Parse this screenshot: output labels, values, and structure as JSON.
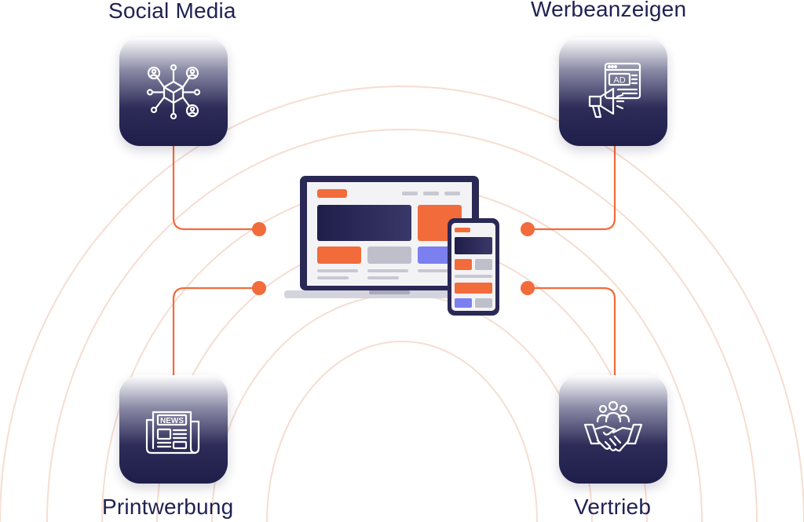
{
  "nodes": {
    "top_left": {
      "label": "Social Media",
      "icon": "social-network-icon"
    },
    "top_right": {
      "label": "Werbeanzeigen",
      "icon": "ad-megaphone-icon"
    },
    "bottom_left": {
      "label": "Printwerbung",
      "icon": "newspaper-icon"
    },
    "bottom_right": {
      "label": "Vertrieb",
      "icon": "handshake-team-icon"
    }
  },
  "center": {
    "icon": "laptop-and-phone-illustration"
  },
  "ad_icon_text": "AD",
  "news_icon_text": "NEWS",
  "colors": {
    "accent": "#f26b3a",
    "navy": "#1f1d49",
    "arc": "#f6ddd2",
    "label": "#1f2152"
  }
}
